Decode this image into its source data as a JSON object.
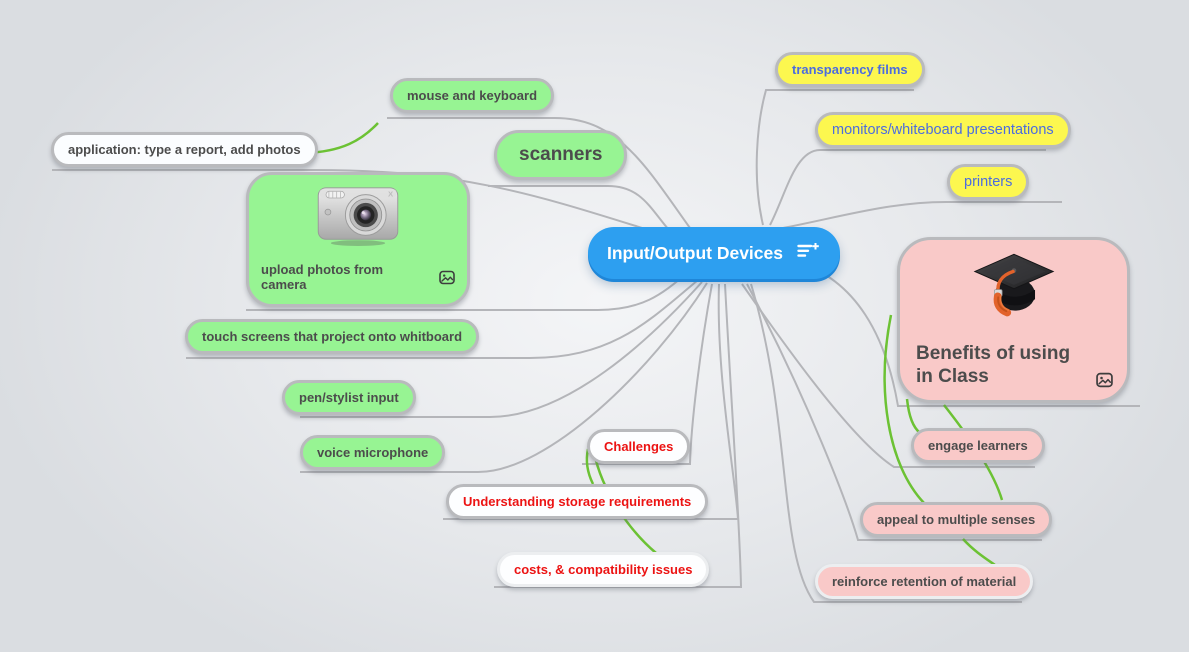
{
  "central": {
    "label": "Input/Output Devices"
  },
  "input_branch": {
    "mouse_keyboard": "mouse and keyboard",
    "application_note": "application: type a report, add photos",
    "scanners": "scanners",
    "upload_photos": "upload photos from camera",
    "touch_screens": "touch screens that project onto whitboard",
    "pen_stylist": "pen/stylist input",
    "voice_microphone": "voice microphone"
  },
  "output_branch": {
    "transparency_films": "transparency films",
    "monitors": "monitors/whiteboard presentations",
    "printers": "printers"
  },
  "challenges_branch": {
    "title": "Challenges",
    "storage": "Understanding storage requirements",
    "costs": "costs, & compatibility issues"
  },
  "benefits_branch": {
    "title": "Benefits of using in Class",
    "engage": "engage learners",
    "appeal": "appeal to multiple senses",
    "reinforce": "reinforce retention of material"
  },
  "colors": {
    "center_blue": "#2D9FF0",
    "leaf_green": "#97F493",
    "leaf_yellow": "#FCF74F",
    "leaf_pink": "#F9C9C8",
    "node_white": "#FBFDFF",
    "red_text": "#EC1313",
    "blue_text": "#4B6CE0",
    "gray_text": "#4C4C4C",
    "branch_gray": "#B4B5B9",
    "link_green": "#6CC234"
  }
}
